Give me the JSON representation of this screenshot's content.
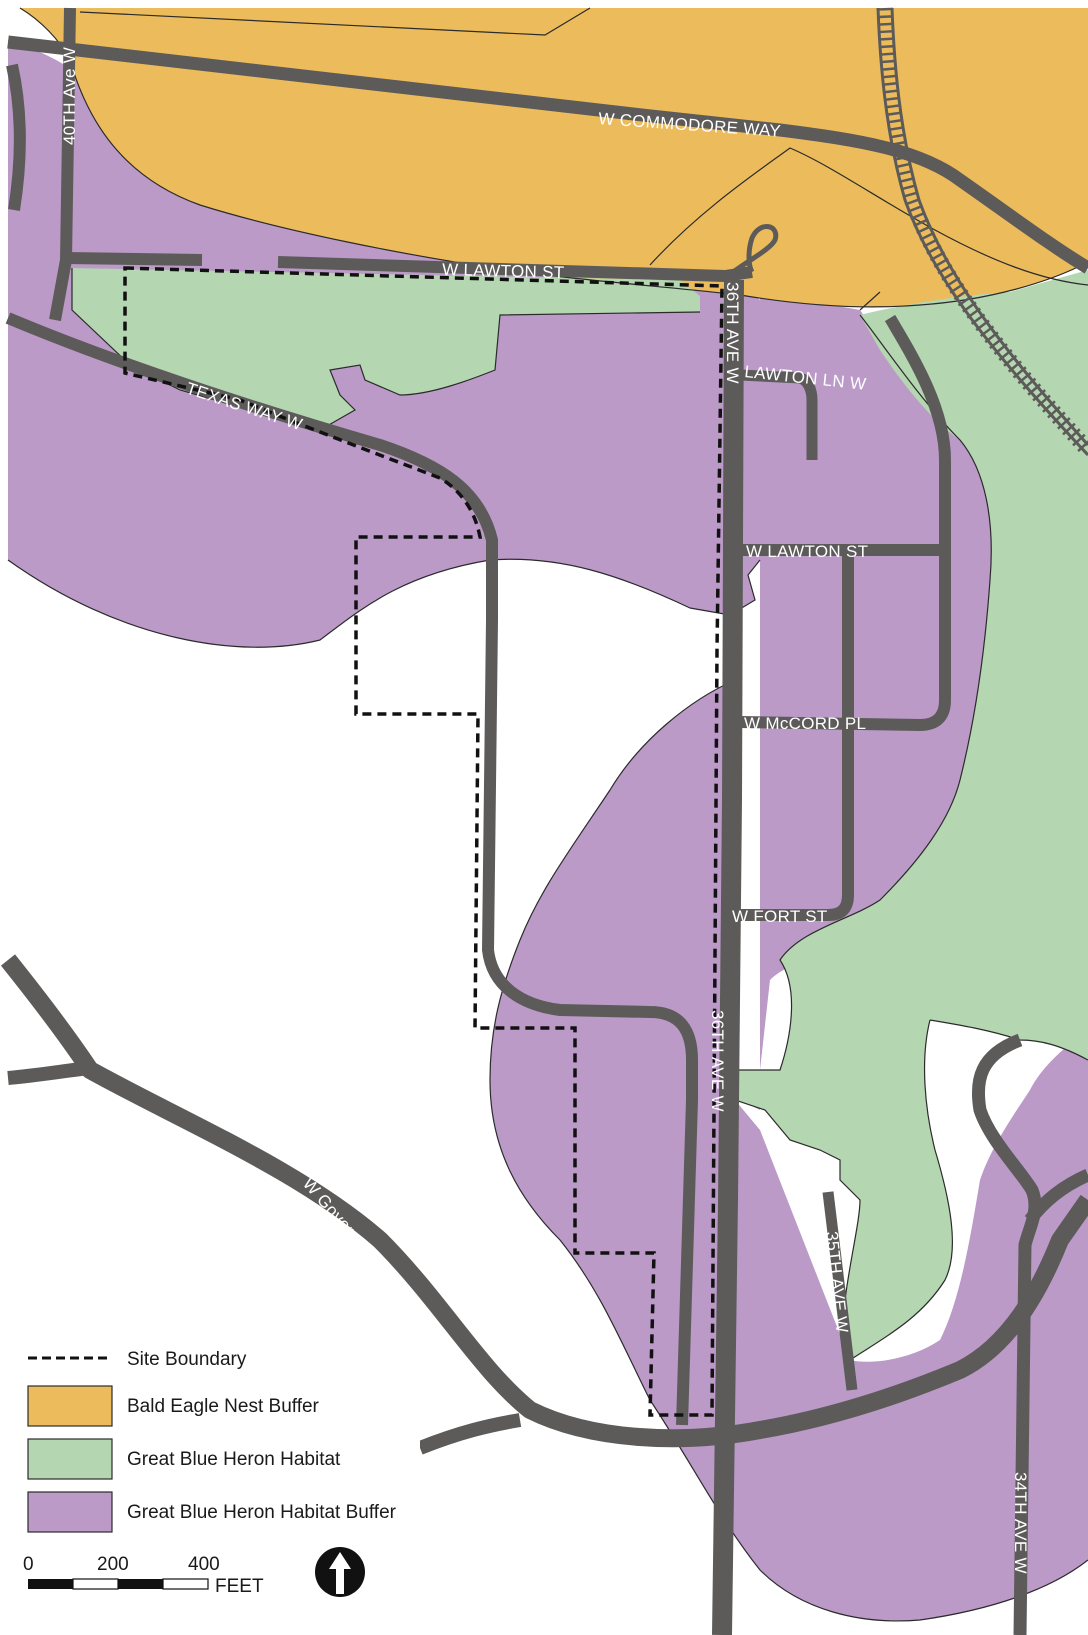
{
  "colors": {
    "bald_eagle_buffer": "#ecbc5c",
    "heron_habitat": "#b4d6b0",
    "heron_buffer": "#bb9ac8",
    "road": "#5d5b5a",
    "road_label": "#ffffff",
    "site_boundary": "#111111"
  },
  "roads": {
    "ave_40": "40TH Ave W",
    "commodore": "W COMMODORE WAY",
    "lawton_st_north": "W LAWTON ST",
    "ave_36_north": "36TH AVE W",
    "lawton_ln": "LAWTON LN W",
    "texas_way": "TEXAS WAY W",
    "lawton_st_east": "W LAWTON ST",
    "mccord": "W McCORD PL",
    "fort_st": "W FORT ST",
    "ave_36_south": "36TH AVE W",
    "government_wy": "W Government Wy",
    "ave_35": "35TH AVE W",
    "ave_34": "34TH AVE W"
  },
  "legend": {
    "site_boundary": "Site Boundary",
    "bald_eagle": "Bald Eagle Nest Buffer",
    "heron_habitat": "Great Blue Heron Habitat",
    "heron_buffer": "Great Blue Heron Habitat Buffer"
  },
  "scale": {
    "tick_0": "0",
    "tick_200": "200",
    "tick_400": "400",
    "unit": "FEET"
  },
  "icons": {
    "north_arrow": "north-arrow-icon"
  }
}
